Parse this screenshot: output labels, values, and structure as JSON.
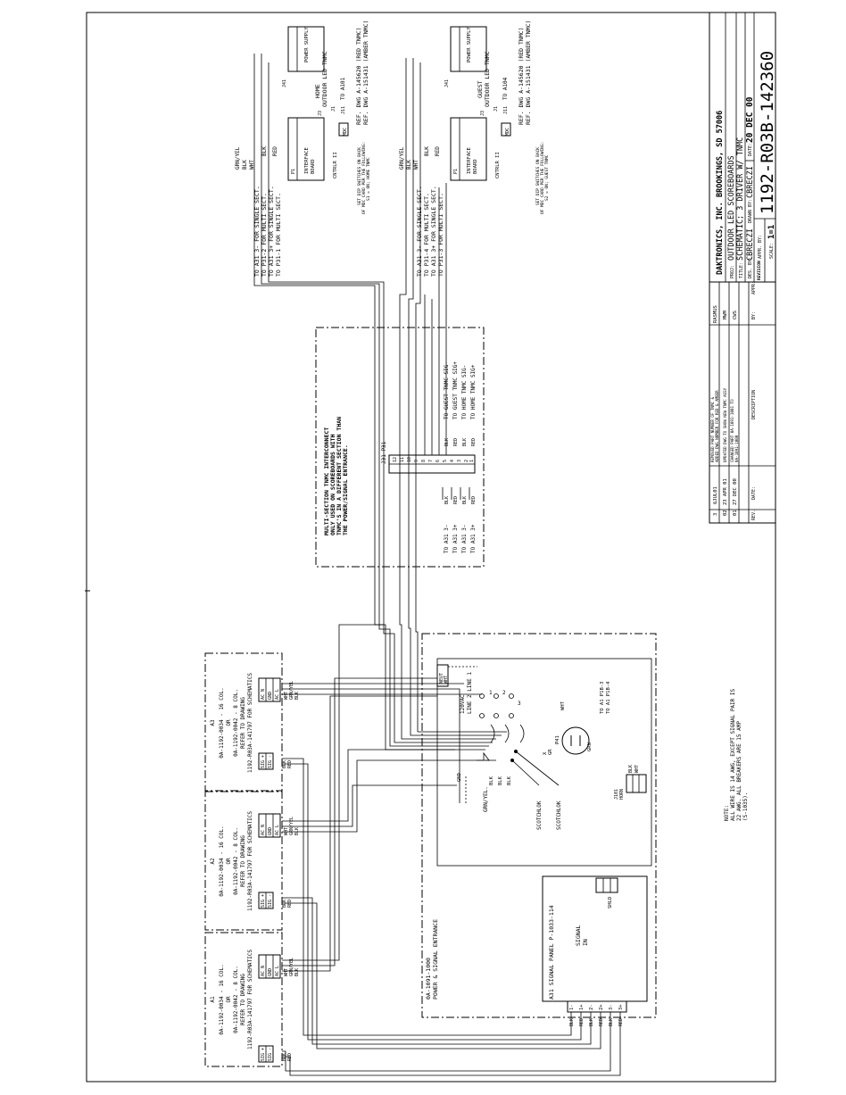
{
  "notes": {
    "line1": "NOTE:",
    "line2": "ALL WIRE IS 14 AWG, EXCEPT SIGNAL PAIR IS",
    "line3": "22 AWG.  ALL BREAKERS ARE 15 AMP",
    "line4": "(S-1035)."
  },
  "scoreboard_boxes": [
    {
      "title": "A1",
      "line1": "0A-1192-0034 - 16 COL.",
      "line2": "OR",
      "line3": "0A-1192-0042 - 8 COL.",
      "line4": "REFER TO DRAWING",
      "line5": "1192-R03A-141797 FOR SCHEMATICS"
    },
    {
      "title": "A2",
      "line1": "0A-1192-0034 - 16 COL.",
      "line2": "OR",
      "line3": "0A-1192-0042 - 8 COL.",
      "line4": "REFER TO DRAWING",
      "line5": "1192-R03A-141797 FOR SCHEMATICS"
    },
    {
      "title": "A3",
      "line1": "0A-1192-0034 - 16 COL.",
      "line2": "OR",
      "line3": "0A-1192-0042 - 8 COL.",
      "line4": "REFER TO DRAWING",
      "line5": "1192-R03A-141797 FOR SCHEMATICS"
    }
  ],
  "terminal_labels": {
    "ac_l": "AC L",
    "gnd": "GND",
    "ac_n": "AC N",
    "sig_minus": "SIG -",
    "sig_plus": "SIG +",
    "wht": "WHT",
    "grnyel": "GRN/YEL",
    "blk": "BLK",
    "red": "RED"
  },
  "power_entrance": {
    "label1": "0A-1091-1000",
    "label2": "POWER & SIGNAL ENTRANCE",
    "line_in": "120VAC",
    "line_in2": "LINE 2 LINE 1",
    "neut": "NEUT",
    "wht": "WHT",
    "gnd": "GND",
    "grnyel": "GRN/YEL.",
    "blk": "BLK",
    "scotchlok": "SCOTCHLOK",
    "p41": "P41",
    "grn": "GRN",
    "x": "X",
    "gr": "GR",
    "to_a1_p1b3": "TO A1 P1B-3",
    "to_a1_p1b4": "TO A1 P1B-4",
    "j101": "J101",
    "horn": "HORN",
    "breaker_nums": [
      "1",
      "2",
      "3"
    ]
  },
  "signal_panel": {
    "title": "A31 SIGNAL PANEL  P-1033-114",
    "signal": "SIGNAL",
    "in": "IN",
    "shld": "SHLD",
    "pins": [
      "1-",
      "1+",
      "2-",
      "2+",
      "3-",
      "3+"
    ],
    "wires": [
      "BLK",
      "RED",
      "BLK",
      "RED",
      "BLK",
      "RED"
    ]
  },
  "interconnect": {
    "title1": "MULTI-SECTION TNMC INTERCONNECT",
    "title2": "ONLY USED ON SCOREBOARDS WITH",
    "title3": "TNMC'S IN A DIFFERENT SECTION THAN",
    "title4": "THE POWER/SIGNAL ENTRANCE.",
    "connector": "J31  P31",
    "pins": [
      "12",
      "11",
      "10",
      "9",
      "8",
      "7",
      "6",
      "5",
      "4",
      "3",
      "2",
      "1"
    ],
    "left_labels": [
      "TO A31 3- ",
      "TO A31 3+",
      "TO A31 3-",
      "TO A31 3+"
    ],
    "right_labels": [
      "TO GUEST TNMC SIG-",
      "TO GUEST TNMC SIG+",
      "TO HOME TNMC SIG-",
      "TO HOME TNMC SIG+"
    ],
    "wire_colors": [
      "BLK",
      "RED",
      "BLK",
      "RED"
    ]
  },
  "tnmc_home": {
    "grnyel": "GRN/YEL",
    "blk": "BLK",
    "wht": "WHT",
    "red": "RED",
    "note1": "TO A31 3- FOR SINGLE SECT.",
    "note2": "TO P31-2 FOR MULTI SECT.",
    "note3": "TO A31 3+ FOR SINGLE SECT.",
    "note4": "TO P31-1 FOR MULTI SECT.",
    "interface": "INTERFACE",
    "board": "BOARD",
    "cntrlr": "CNTRLR II",
    "mdc": "MDC",
    "power_supply": "POWER SUPPLY",
    "j41": "J41",
    "p1": "P1",
    "j1": "J1",
    "j3": "J3",
    "j11": "J11",
    "to": "TO A101",
    "home": "HOME",
    "outdoor": "OUTDOOR LED TNMC",
    "ref1": "REF. DWG A-145620 (RED TNMC)",
    "ref2": "REF. DWG A-151431 (AMBER TNMC)",
    "dip1": "SET DIP SWITCHES ON BACK",
    "dip2": "OF MDC CARD PER THE FOLLOWING:",
    "dip3": "S1 = ON; HOME TNMC"
  },
  "tnmc_guest": {
    "grnyel": "GRN/YEL",
    "blk": "BLK",
    "wht": "WHT",
    "red": "RED",
    "note1": "TO A31 3- FOR SINGLE SECT.",
    "note2": "TO P31-4 FOR MULTI SECT.",
    "note3": "TO A31 3+ FOR SINGLE SECT.",
    "note4": "TO P31-3 FOR MULTI SECT.",
    "interface": "INTERFACE",
    "board": "BOARD",
    "cntrlr": "CNTRLR II",
    "mdc": "MDC",
    "power_supply": "POWER SUPPLY",
    "j41": "J41",
    "p1": "P1",
    "j1": "J1",
    "j3": "J3",
    "j11": "J11",
    "to": "TO A104",
    "guest": "GUEST",
    "outdoor": "OUTDOOR LED TNMC",
    "ref1": "REF. DWG A-145620 (RED TNMC)",
    "ref2": "REF. DWG A-151431 (AMBER TNMC)",
    "dip1": "SET DIP SWITCHES ON BACK",
    "dip2": "OF MDC CARD PER THE FOLLOWING:",
    "dip3": "S2 = ON; GUEST TNMC"
  },
  "revisions": [
    {
      "rev": "3",
      "date": "6JUL01",
      "desc1": "REMOVED PART NUMBER OF TNMC &",
      "desc2": "ADDED DWG NUMBER FOR RED & AMBER",
      "by": "RASMUS"
    },
    {
      "rev": "02",
      "date": "23 APR 01",
      "desc1": "UPDATED DWG TO SHOW NEW TNMC ASSY",
      "desc2": "",
      "by": "MWM"
    },
    {
      "rev": "01",
      "date": "27 DEC 00",
      "desc1": "CHANGED PART 0A-1091-1001 TO",
      "desc2": "0A-1091-1000",
      "by": "CWS"
    }
  ],
  "revision_header": {
    "rev": "REV.",
    "date": "DATE:",
    "desc": "DESCRIPTION",
    "by": "BY:",
    "appr": "APPR:"
  },
  "title_block": {
    "company": "DAKTRONICS, INC.  BROOKINGS, SD  57006",
    "proj_label": "PROJ:",
    "proj": "OUTDOOR LED SCOREBOARDS",
    "title_label": "TITLE:",
    "title": "SCHEMATIC; 3 DRIVER W/ TNMC",
    "des_label": "DES. BY:",
    "des": "CBRECZI",
    "drawn_label": "DRAWN BY:",
    "drawn": "CBRECZI",
    "date_label": "DATE:",
    "date": "20 DEC 00",
    "revision_label": "REVISION",
    "appr_label": "APPR. BY:",
    "scale_label": "SCALE:",
    "scale": "1=1",
    "drawing_number": "1192-R03B-142360"
  }
}
